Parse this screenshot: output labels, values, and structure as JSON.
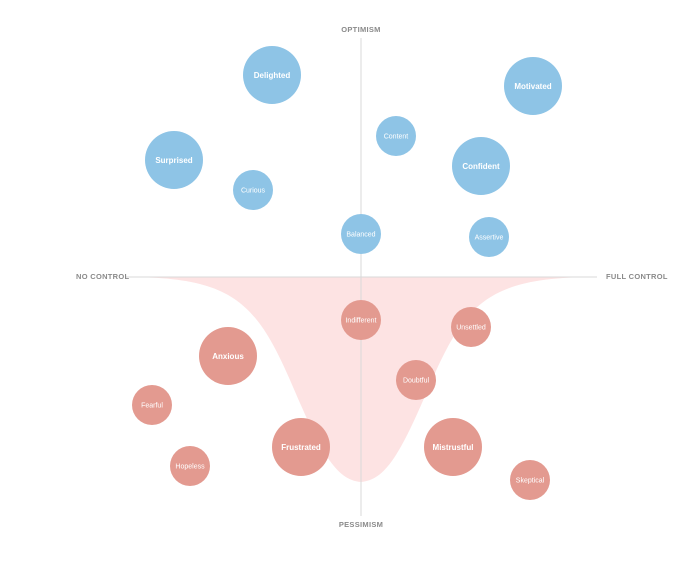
{
  "axes": {
    "top": "OPTIMISM",
    "bottom": "PESSIMISM",
    "left": "NO CONTROL",
    "right": "FULL CONTROL"
  },
  "colors": {
    "positive": "#8ec4e6",
    "negative": "#e39a90",
    "funnel": "#fde3e3",
    "axis": "#d9d9d9",
    "label": "#8a8a8a"
  },
  "emotions": [
    {
      "name": "Delighted",
      "group": "positive",
      "emphasis": true
    },
    {
      "name": "Motivated",
      "group": "positive",
      "emphasis": true
    },
    {
      "name": "Content",
      "group": "positive",
      "emphasis": false
    },
    {
      "name": "Surprised",
      "group": "positive",
      "emphasis": true
    },
    {
      "name": "Confident",
      "group": "positive",
      "emphasis": true
    },
    {
      "name": "Curious",
      "group": "positive",
      "emphasis": false
    },
    {
      "name": "Balanced",
      "group": "positive",
      "emphasis": false
    },
    {
      "name": "Assertive",
      "group": "positive",
      "emphasis": false
    },
    {
      "name": "Indifferent",
      "group": "negative",
      "emphasis": false
    },
    {
      "name": "Unsettled",
      "group": "negative",
      "emphasis": false
    },
    {
      "name": "Anxious",
      "group": "negative",
      "emphasis": true
    },
    {
      "name": "Doubtful",
      "group": "negative",
      "emphasis": false
    },
    {
      "name": "Fearful",
      "group": "negative",
      "emphasis": false
    },
    {
      "name": "Frustrated",
      "group": "negative",
      "emphasis": true
    },
    {
      "name": "Mistrustful",
      "group": "negative",
      "emphasis": true
    },
    {
      "name": "Hopeless",
      "group": "negative",
      "emphasis": false
    },
    {
      "name": "Skeptical",
      "group": "negative",
      "emphasis": false
    }
  ]
}
